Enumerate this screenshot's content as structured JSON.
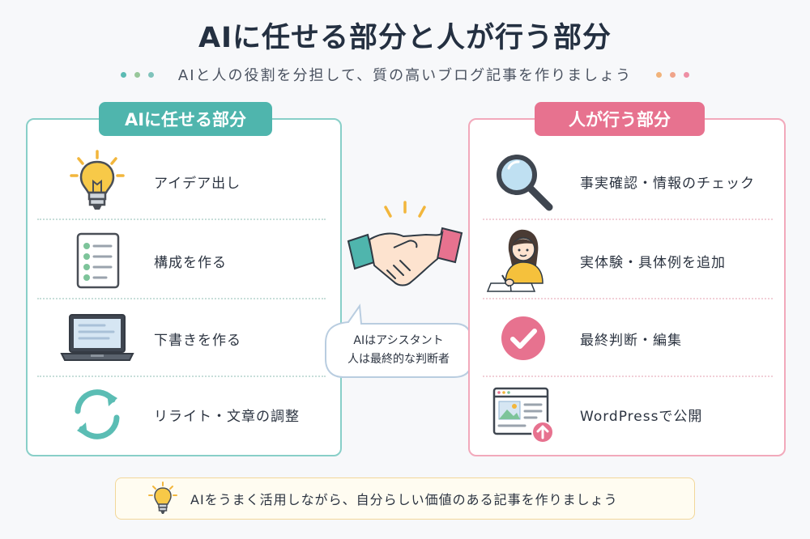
{
  "title": "AIに任せる部分と人が行う部分",
  "subtitle": "AIと人の役割を分担して、質の高いブログ記事を作りましょう",
  "colors": {
    "teal": "#4fb5ad",
    "pink": "#e7728f",
    "left_dots": [
      "#5bbbb3",
      "#98c79a",
      "#7fc3bb"
    ],
    "right_dots": [
      "#f1b37a",
      "#f0a48a",
      "#ee8fa4"
    ]
  },
  "left_panel": {
    "heading": "AIに任せる部分",
    "items": [
      {
        "icon": "lightbulb-icon",
        "label": "アイデア出し"
      },
      {
        "icon": "checklist-icon",
        "label": "構成を作る"
      },
      {
        "icon": "laptop-icon",
        "label": "下書きを作る"
      },
      {
        "icon": "refresh-icon",
        "label": "リライト・文章の調整"
      }
    ]
  },
  "right_panel": {
    "heading": "人が行う部分",
    "items": [
      {
        "icon": "magnifier-icon",
        "label": "事実確認・情報のチェック"
      },
      {
        "icon": "writing-person-icon",
        "label": "実体験・具体例を追加"
      },
      {
        "icon": "check-circle-icon",
        "label": "最終判断・編集"
      },
      {
        "icon": "webpage-upload-icon",
        "label": "WordPressで公開"
      }
    ]
  },
  "center": {
    "icon": "handshake-icon",
    "bubble_line1": "AIはアシスタント",
    "bubble_line2": "人は最終的な判断者"
  },
  "footer": {
    "icon": "lightbulb-icon",
    "text": "AIをうまく活用しながら、自分らしい価値のある記事を作りましょう"
  }
}
